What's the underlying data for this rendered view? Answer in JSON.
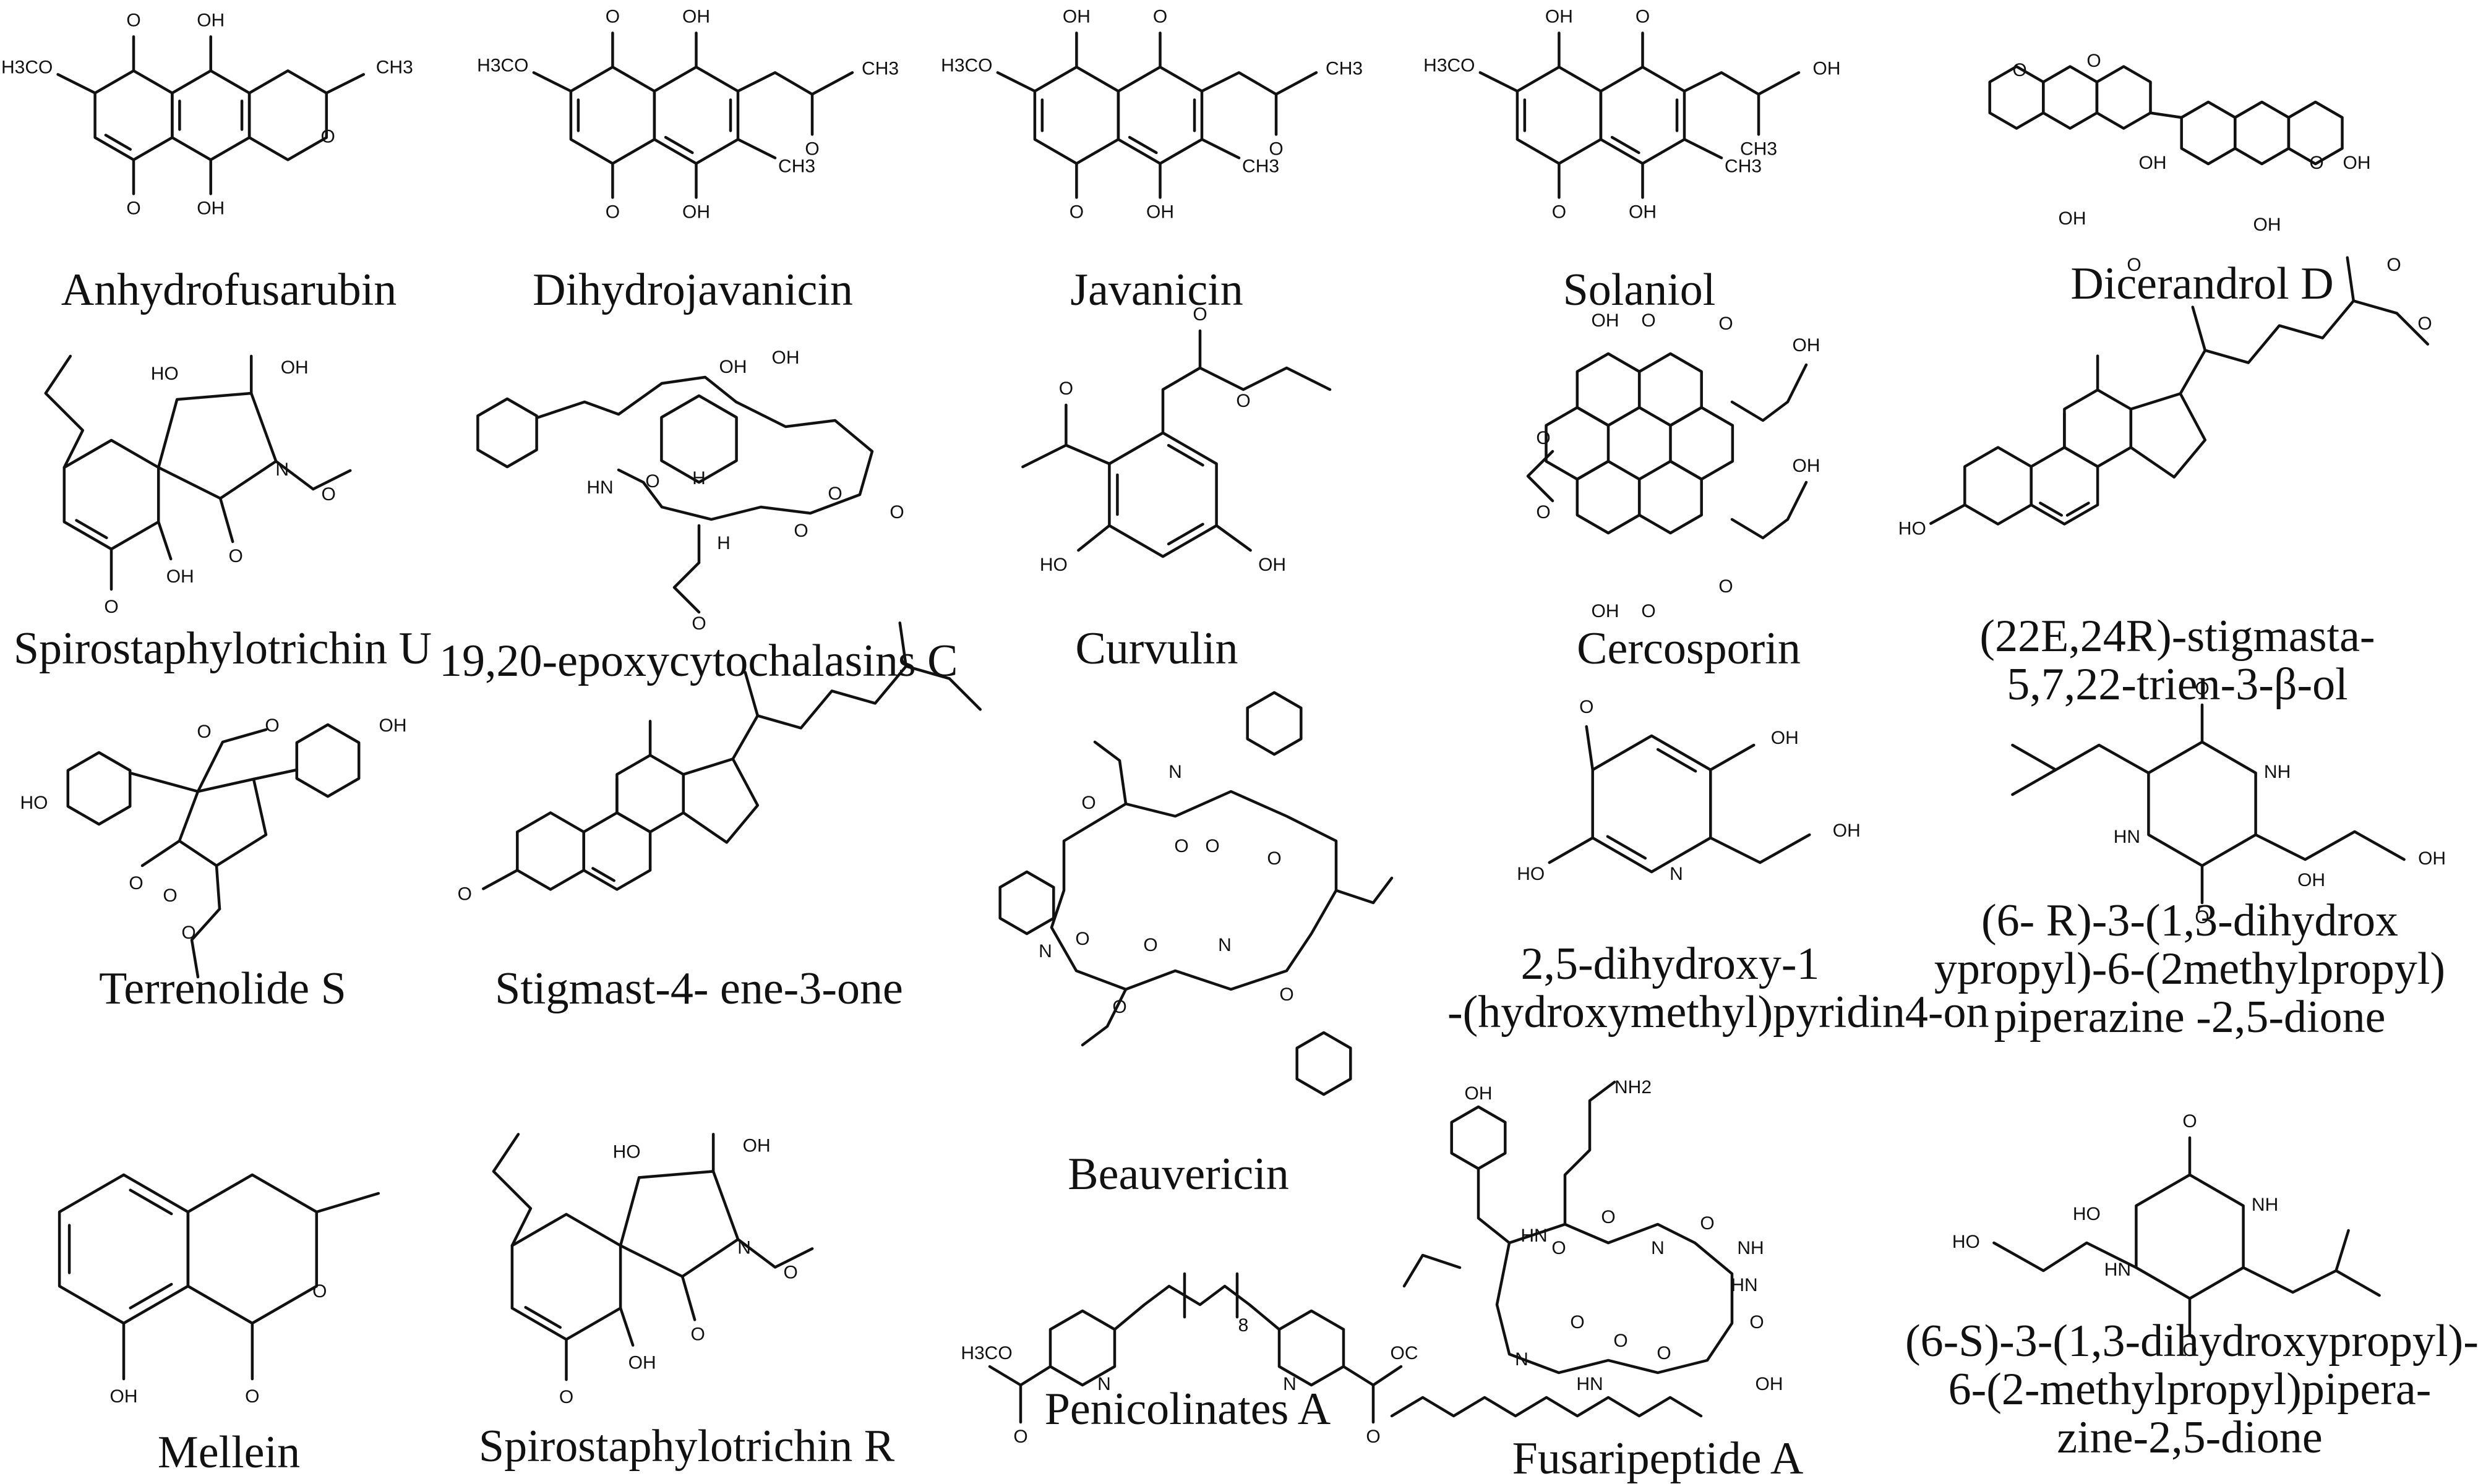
{
  "figure": {
    "compounds": [
      {
        "id": "anhydrofusarubin",
        "name_lines": [
          "Anhydrofusarubin"
        ],
        "atom_labels": [
          "OH",
          "O",
          "O",
          "OH",
          "H3CO",
          "CH3",
          "O"
        ]
      },
      {
        "id": "dihydrojavanicin",
        "name_lines": [
          "Dihydrojavanicin"
        ],
        "atom_labels": [
          "OH",
          "O",
          "H3CO",
          "O",
          "OH",
          "O",
          "CH3",
          "CH3"
        ]
      },
      {
        "id": "javanicin",
        "name_lines": [
          "Javanicin"
        ],
        "atom_labels": [
          "O",
          "OH",
          "H3CO",
          "O",
          "OH",
          "O",
          "CH3",
          "CH3"
        ]
      },
      {
        "id": "solaniol",
        "name_lines": [
          "Solaniol"
        ],
        "atom_labels": [
          "O",
          "OH",
          "H3CO",
          "O",
          "OH",
          "CH3",
          "OH",
          "CH3"
        ]
      },
      {
        "id": "dicerandrol-d",
        "name_lines": [
          "Dicerandrol D"
        ],
        "atom_labels": [
          "OH",
          "O",
          "OH",
          "OH",
          "O",
          "OH",
          "O",
          "O",
          "O",
          "O"
        ]
      },
      {
        "id": "spirostaphylotrichin-u",
        "name_lines": [
          "Spirostaphylotrichin U"
        ],
        "atom_labels": [
          "HO",
          "OH",
          "N",
          "O",
          "O",
          "O",
          "OH"
        ]
      },
      {
        "id": "epoxycytochalasins-c",
        "name_lines": [
          "19,20-epoxycytochalasins C"
        ],
        "atom_labels": [
          "OH",
          "H",
          "HN",
          "O",
          "O",
          "H",
          "O",
          "O",
          "O",
          "OH"
        ]
      },
      {
        "id": "curvulin",
        "name_lines": [
          "Curvulin"
        ],
        "atom_labels": [
          "O",
          "O",
          "O",
          "HO",
          "OH"
        ]
      },
      {
        "id": "cercosporin",
        "name_lines": [
          "Cercosporin"
        ],
        "atom_labels": [
          "OH",
          "O",
          "O",
          "OH",
          "O",
          "O",
          "OH",
          "O",
          "O",
          "OH"
        ]
      },
      {
        "id": "stigmastatrienol",
        "name_lines": [
          "(22E,24R)-stigmasta-",
          "5,7,22-trien-3-β-ol"
        ],
        "atom_labels": [
          "HO"
        ]
      },
      {
        "id": "terrenolide-s",
        "name_lines": [
          "Terrenolide S"
        ],
        "atom_labels": [
          "HO",
          "O",
          "O",
          "OH",
          "O",
          "O",
          "O"
        ]
      },
      {
        "id": "stigmastenone",
        "name_lines": [
          "Stigmast-4- ene-3-one"
        ],
        "atom_labels": [
          "O"
        ]
      },
      {
        "id": "beauvericin",
        "name_lines": [
          "Beauvericin"
        ],
        "atom_labels": [
          "O",
          "O",
          "N",
          "O",
          "O",
          "N",
          "O",
          "O",
          "O",
          "N",
          "O"
        ]
      },
      {
        "id": "pyridinone",
        "name_lines": [
          "2,5-dihydroxy-1",
          "-(hydroxymethyl)pyridin4-on"
        ],
        "atom_labels": [
          "O",
          "OH",
          "HO",
          "N",
          "OH"
        ]
      },
      {
        "id": "piperazinedione-6r",
        "name_lines": [
          "(6- R)-3-(1,3-dihydrox",
          "ypropyl)-6-(2methylpropyl)",
          "piperazine -2,5-dione"
        ],
        "atom_labels": [
          "O",
          "NH",
          "HN",
          "OH",
          "O",
          "OH"
        ]
      },
      {
        "id": "mellein",
        "name_lines": [
          "Mellein"
        ],
        "atom_labels": [
          "O",
          "OH",
          "O"
        ]
      },
      {
        "id": "spirostaphylotrichin-r",
        "name_lines": [
          "Spirostaphylotrichin R"
        ],
        "atom_labels": [
          "HO",
          "OH",
          "N",
          "O",
          "O",
          "O",
          "OH"
        ]
      },
      {
        "id": "penicolinates-a",
        "name_lines": [
          "Penicolinates A"
        ],
        "atom_labels": [
          "H3CO",
          "O",
          "N",
          "N",
          "OC",
          "O",
          "8"
        ]
      },
      {
        "id": "fusaripeptide-a",
        "name_lines": [
          "Fusaripeptide A"
        ],
        "atom_labels": [
          "OH",
          "O",
          "NH2",
          "HN",
          "O",
          "N",
          "O",
          "HN",
          "O",
          "NH",
          "O",
          "O",
          "HN",
          "O",
          "N",
          "OH"
        ]
      },
      {
        "id": "piperazinedione-6s",
        "name_lines": [
          "(6-S)-3-(1,3-dihydroxypropyl)-",
          "6-(2-methylpropyl)pipera-",
          "zine-2,5-dione"
        ],
        "atom_labels": [
          "HO",
          "O",
          "HO",
          "NH",
          "HN",
          "O"
        ]
      }
    ]
  }
}
